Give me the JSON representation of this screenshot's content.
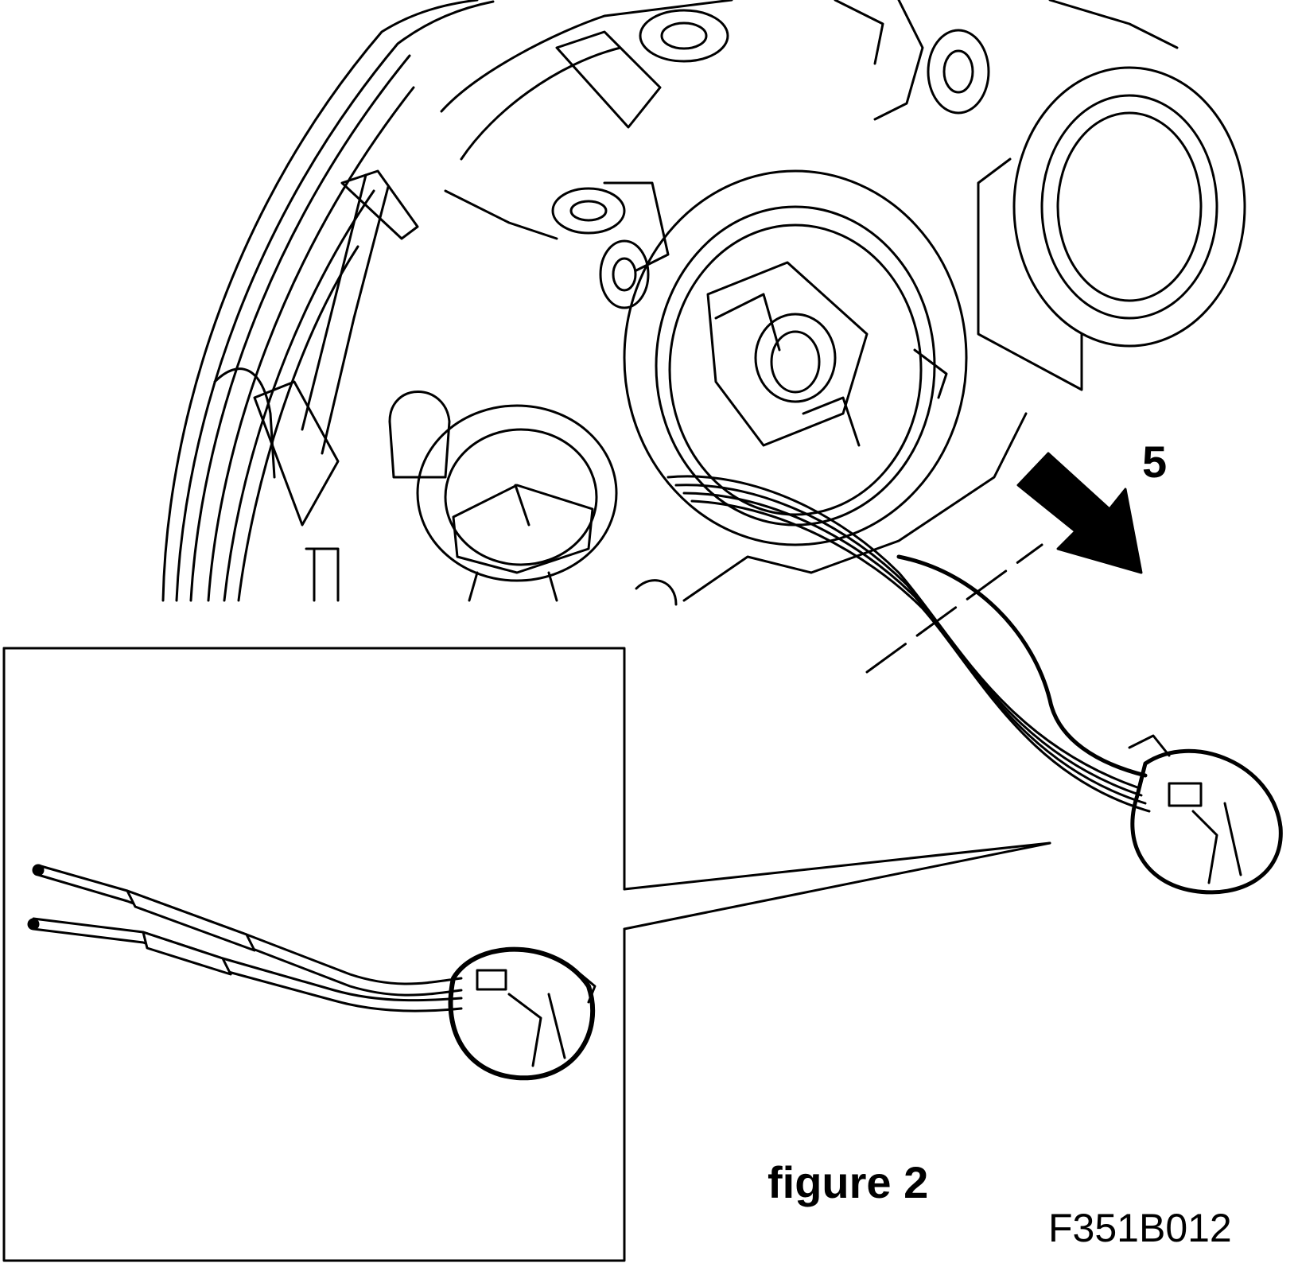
{
  "diagram": {
    "callout_number": "5",
    "caption": "figure 2",
    "figure_code": "F351B012",
    "line_color": "#000000",
    "background_color": "#ffffff",
    "subjects": [
      "headlamp-housing",
      "bulb-socket-wiring-harness",
      "magnified-inset-connector"
    ]
  }
}
